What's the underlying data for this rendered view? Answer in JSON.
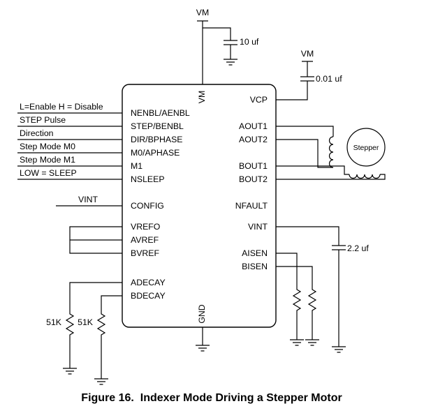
{
  "figure_caption": "Figure 16.  Indexer Mode Driving a Stepper Motor",
  "ic": {
    "left_pins": [
      "NENBL/AENBL",
      "STEP/BENBL",
      "DIR/BPHASE",
      "M0/APHASE",
      "M1",
      "NSLEEP",
      "CONFIG",
      "VREFO",
      "AVREF",
      "BVREF",
      "ADECAY",
      "BDECAY"
    ],
    "right_pins": [
      "VCP",
      "AOUT1",
      "AOUT2",
      "BOUT1",
      "BOUT2",
      "NFAULT",
      "VINT",
      "AISEN",
      "BISEN"
    ],
    "top_pin": "VM",
    "bottom_pin": "GND"
  },
  "annotations": {
    "enable": "L=Enable H = Disable",
    "step": "STEP Pulse",
    "direction": "Direction",
    "mode0": "Step Mode M0",
    "mode1": "Step Mode M1",
    "sleep": "LOW = SLEEP",
    "vint_in": "VINT"
  },
  "components": {
    "cap_vm": "10 uf",
    "cap_vcp": "0.01 uf",
    "cap_vint": "2.2 uf",
    "res_adecay": "51K",
    "res_bdecay": "51K"
  },
  "supplies": {
    "vm_top": "VM",
    "vm_right": "VM"
  },
  "motor": {
    "label": "Stepper"
  }
}
